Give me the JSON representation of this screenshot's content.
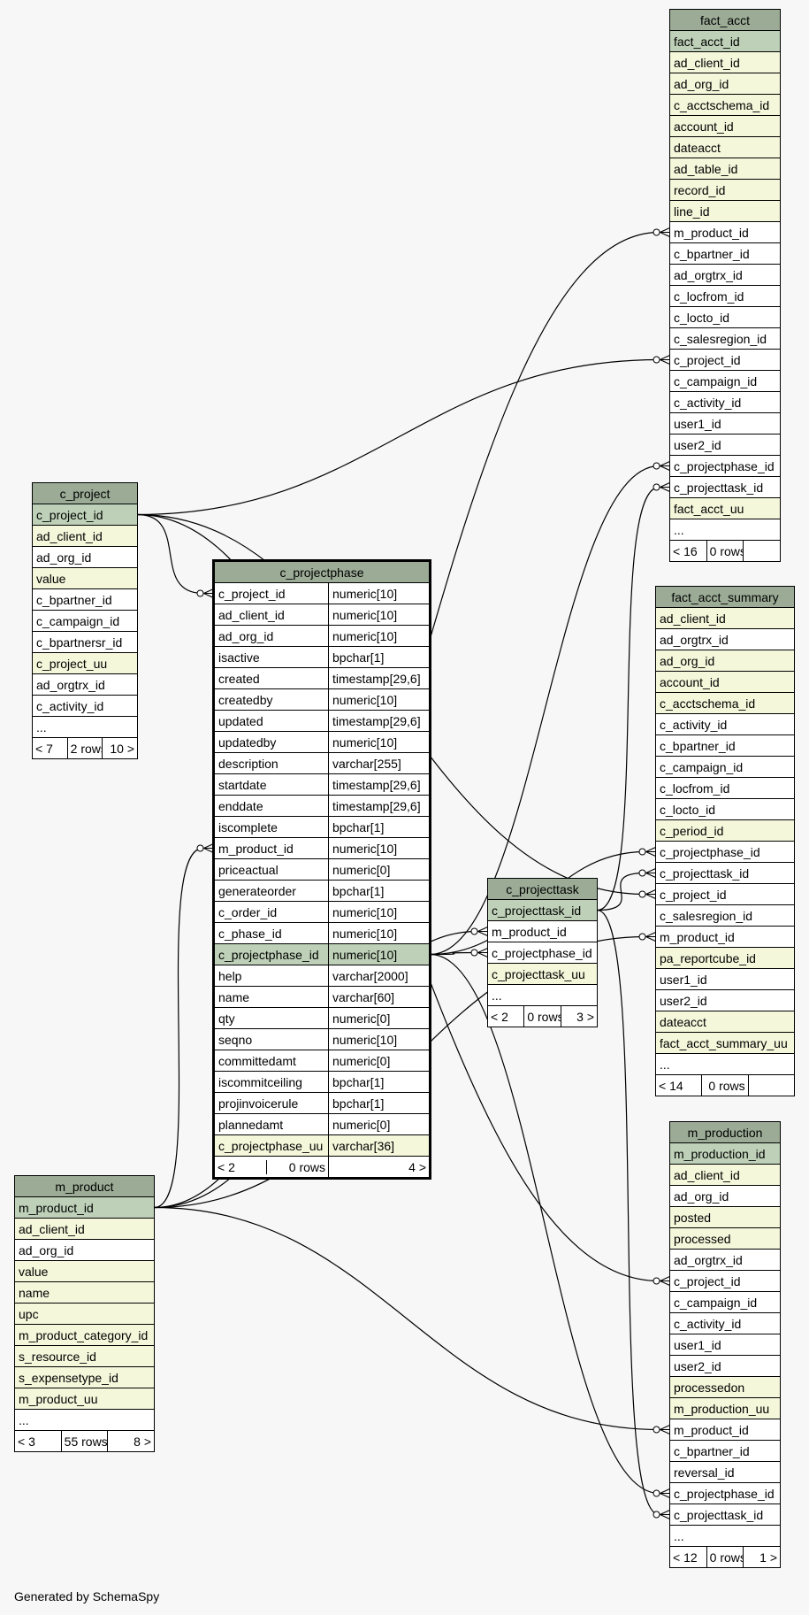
{
  "footer": "Generated by SchemaSpy",
  "tables": {
    "fact_acct": {
      "title": "fact_acct",
      "columns": [
        {
          "name": "fact_acct_id",
          "kind": "pk"
        },
        {
          "name": "ad_client_id",
          "kind": "idx"
        },
        {
          "name": "ad_org_id",
          "kind": "idx"
        },
        {
          "name": "c_acctschema_id",
          "kind": "idx"
        },
        {
          "name": "account_id",
          "kind": "idx"
        },
        {
          "name": "dateacct",
          "kind": "idx"
        },
        {
          "name": "ad_table_id",
          "kind": "idx"
        },
        {
          "name": "record_id",
          "kind": "idx"
        },
        {
          "name": "line_id",
          "kind": "idx"
        },
        {
          "name": "m_product_id",
          "kind": ""
        },
        {
          "name": "c_bpartner_id",
          "kind": ""
        },
        {
          "name": "ad_orgtrx_id",
          "kind": ""
        },
        {
          "name": "c_locfrom_id",
          "kind": ""
        },
        {
          "name": "c_locto_id",
          "kind": ""
        },
        {
          "name": "c_salesregion_id",
          "kind": ""
        },
        {
          "name": "c_project_id",
          "kind": ""
        },
        {
          "name": "c_campaign_id",
          "kind": ""
        },
        {
          "name": "c_activity_id",
          "kind": ""
        },
        {
          "name": "user1_id",
          "kind": ""
        },
        {
          "name": "user2_id",
          "kind": ""
        },
        {
          "name": "c_projectphase_id",
          "kind": ""
        },
        {
          "name": "c_projecttask_id",
          "kind": ""
        },
        {
          "name": "fact_acct_uu",
          "kind": "idx"
        },
        {
          "name": "...",
          "kind": ""
        }
      ],
      "footer": [
        "< 16",
        "0 rows",
        ""
      ]
    },
    "c_project": {
      "title": "c_project",
      "columns": [
        {
          "name": "c_project_id",
          "kind": "pk"
        },
        {
          "name": "ad_client_id",
          "kind": "idx"
        },
        {
          "name": "ad_org_id",
          "kind": ""
        },
        {
          "name": "value",
          "kind": "idx"
        },
        {
          "name": "c_bpartner_id",
          "kind": ""
        },
        {
          "name": "c_campaign_id",
          "kind": ""
        },
        {
          "name": "c_bpartnersr_id",
          "kind": ""
        },
        {
          "name": "c_project_uu",
          "kind": "idx"
        },
        {
          "name": "ad_orgtrx_id",
          "kind": ""
        },
        {
          "name": "c_activity_id",
          "kind": ""
        },
        {
          "name": "...",
          "kind": ""
        }
      ],
      "footer": [
        "< 7",
        "2 rows",
        "10 >"
      ]
    },
    "c_projectphase": {
      "title": "c_projectphase",
      "columns": [
        {
          "name": "c_project_id",
          "type": "numeric[10]",
          "kind": ""
        },
        {
          "name": "ad_client_id",
          "type": "numeric[10]",
          "kind": ""
        },
        {
          "name": "ad_org_id",
          "type": "numeric[10]",
          "kind": ""
        },
        {
          "name": "isactive",
          "type": "bpchar[1]",
          "kind": ""
        },
        {
          "name": "created",
          "type": "timestamp[29,6]",
          "kind": ""
        },
        {
          "name": "createdby",
          "type": "numeric[10]",
          "kind": ""
        },
        {
          "name": "updated",
          "type": "timestamp[29,6]",
          "kind": ""
        },
        {
          "name": "updatedby",
          "type": "numeric[10]",
          "kind": ""
        },
        {
          "name": "description",
          "type": "varchar[255]",
          "kind": ""
        },
        {
          "name": "startdate",
          "type": "timestamp[29,6]",
          "kind": ""
        },
        {
          "name": "enddate",
          "type": "timestamp[29,6]",
          "kind": ""
        },
        {
          "name": "iscomplete",
          "type": "bpchar[1]",
          "kind": ""
        },
        {
          "name": "m_product_id",
          "type": "numeric[10]",
          "kind": ""
        },
        {
          "name": "priceactual",
          "type": "numeric[0]",
          "kind": ""
        },
        {
          "name": "generateorder",
          "type": "bpchar[1]",
          "kind": ""
        },
        {
          "name": "c_order_id",
          "type": "numeric[10]",
          "kind": ""
        },
        {
          "name": "c_phase_id",
          "type": "numeric[10]",
          "kind": ""
        },
        {
          "name": "c_projectphase_id",
          "type": "numeric[10]",
          "kind": "pk"
        },
        {
          "name": "help",
          "type": "varchar[2000]",
          "kind": ""
        },
        {
          "name": "name",
          "type": "varchar[60]",
          "kind": ""
        },
        {
          "name": "qty",
          "type": "numeric[0]",
          "kind": ""
        },
        {
          "name": "seqno",
          "type": "numeric[10]",
          "kind": ""
        },
        {
          "name": "committedamt",
          "type": "numeric[0]",
          "kind": ""
        },
        {
          "name": "iscommitceiling",
          "type": "bpchar[1]",
          "kind": ""
        },
        {
          "name": "projinvoicerule",
          "type": "bpchar[1]",
          "kind": ""
        },
        {
          "name": "plannedamt",
          "type": "numeric[0]",
          "kind": ""
        },
        {
          "name": "c_projectphase_uu",
          "type": "varchar[36]",
          "kind": "idx"
        }
      ],
      "footer": [
        "< 2",
        "0 rows",
        "4 >"
      ]
    },
    "fact_acct_summary": {
      "title": "fact_acct_summary",
      "columns": [
        {
          "name": "ad_client_id",
          "kind": "idx"
        },
        {
          "name": "ad_orgtrx_id",
          "kind": ""
        },
        {
          "name": "ad_org_id",
          "kind": "idx"
        },
        {
          "name": "account_id",
          "kind": "idx"
        },
        {
          "name": "c_acctschema_id",
          "kind": "idx"
        },
        {
          "name": "c_activity_id",
          "kind": ""
        },
        {
          "name": "c_bpartner_id",
          "kind": ""
        },
        {
          "name": "c_campaign_id",
          "kind": ""
        },
        {
          "name": "c_locfrom_id",
          "kind": ""
        },
        {
          "name": "c_locto_id",
          "kind": ""
        },
        {
          "name": "c_period_id",
          "kind": "idx"
        },
        {
          "name": "c_projectphase_id",
          "kind": ""
        },
        {
          "name": "c_projecttask_id",
          "kind": ""
        },
        {
          "name": "c_project_id",
          "kind": ""
        },
        {
          "name": "c_salesregion_id",
          "kind": ""
        },
        {
          "name": "m_product_id",
          "kind": ""
        },
        {
          "name": "pa_reportcube_id",
          "kind": "idx"
        },
        {
          "name": "user1_id",
          "kind": ""
        },
        {
          "name": "user2_id",
          "kind": ""
        },
        {
          "name": "dateacct",
          "kind": "idx"
        },
        {
          "name": "fact_acct_summary_uu",
          "kind": "idx"
        },
        {
          "name": "...",
          "kind": ""
        }
      ],
      "footer": [
        "< 14",
        "0 rows",
        ""
      ]
    },
    "c_projecttask": {
      "title": "c_projecttask",
      "columns": [
        {
          "name": "c_projecttask_id",
          "kind": "pk"
        },
        {
          "name": "m_product_id",
          "kind": ""
        },
        {
          "name": "c_projectphase_id",
          "kind": ""
        },
        {
          "name": "c_projecttask_uu",
          "kind": "idx"
        },
        {
          "name": "...",
          "kind": ""
        }
      ],
      "footer": [
        "< 2",
        "0 rows",
        "3 >"
      ]
    },
    "m_product": {
      "title": "m_product",
      "columns": [
        {
          "name": "m_product_id",
          "kind": "pk"
        },
        {
          "name": "ad_client_id",
          "kind": "idx"
        },
        {
          "name": "ad_org_id",
          "kind": ""
        },
        {
          "name": "value",
          "kind": "idx"
        },
        {
          "name": "name",
          "kind": "idx"
        },
        {
          "name": "upc",
          "kind": "idx"
        },
        {
          "name": "m_product_category_id",
          "kind": "idx"
        },
        {
          "name": "s_resource_id",
          "kind": "idx"
        },
        {
          "name": "s_expensetype_id",
          "kind": "idx"
        },
        {
          "name": "m_product_uu",
          "kind": "idx"
        },
        {
          "name": "...",
          "kind": ""
        }
      ],
      "footer": [
        "< 3",
        "55 rows",
        "8 >"
      ]
    },
    "m_production": {
      "title": "m_production",
      "columns": [
        {
          "name": "m_production_id",
          "kind": "pk"
        },
        {
          "name": "ad_client_id",
          "kind": "idx"
        },
        {
          "name": "ad_org_id",
          "kind": ""
        },
        {
          "name": "posted",
          "kind": "idx"
        },
        {
          "name": "processed",
          "kind": "idx"
        },
        {
          "name": "ad_orgtrx_id",
          "kind": ""
        },
        {
          "name": "c_project_id",
          "kind": ""
        },
        {
          "name": "c_campaign_id",
          "kind": ""
        },
        {
          "name": "c_activity_id",
          "kind": ""
        },
        {
          "name": "user1_id",
          "kind": ""
        },
        {
          "name": "user2_id",
          "kind": ""
        },
        {
          "name": "processedon",
          "kind": "idx"
        },
        {
          "name": "m_production_uu",
          "kind": "idx"
        },
        {
          "name": "m_product_id",
          "kind": ""
        },
        {
          "name": "c_bpartner_id",
          "kind": ""
        },
        {
          "name": "reversal_id",
          "kind": ""
        },
        {
          "name": "c_projectphase_id",
          "kind": ""
        },
        {
          "name": "c_projecttask_id",
          "kind": ""
        },
        {
          "name": "...",
          "kind": ""
        }
      ],
      "footer": [
        "< 12",
        "0 rows",
        "1 >"
      ]
    }
  }
}
